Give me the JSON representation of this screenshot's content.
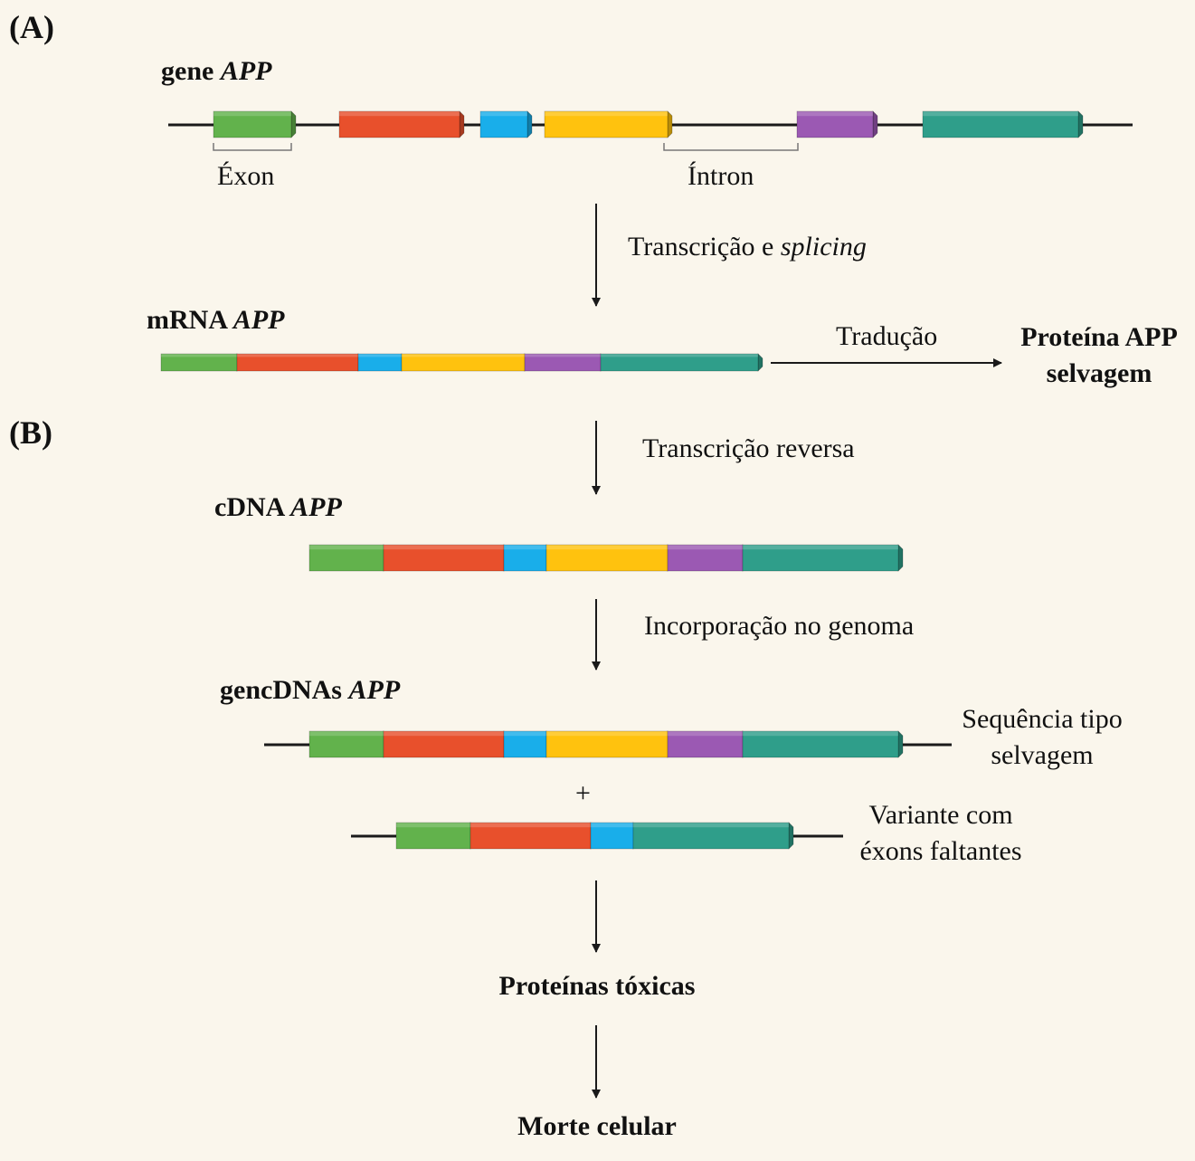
{
  "panels": {
    "a": "(A)",
    "b": "(B)"
  },
  "gene": {
    "title": "gene ",
    "title_italic": "APP",
    "exon_label": "Éxon",
    "intron_label": "Íntron"
  },
  "steps": {
    "transcription": "Transcrição e ",
    "transcription_italic": "splicing",
    "translation": "Tradução",
    "reverse_transcription": "Transcrição reversa",
    "incorporation": "Incorporação no genoma"
  },
  "mrna": {
    "title": "mRNA ",
    "title_italic": "APP"
  },
  "protein": {
    "line1": "Proteína APP",
    "line2": "selvagem"
  },
  "cdna": {
    "title": "cDNA ",
    "title_italic": "APP"
  },
  "gencdna": {
    "title": "gencDNAs ",
    "title_italic": "APP",
    "wildtype_line1": "Sequência tipo",
    "wildtype_line2": "selvagem",
    "plus": "+",
    "variant_line1": "Variante com",
    "variant_line2": "éxons faltantes"
  },
  "outcomes": {
    "toxic": "Proteínas tóxicas",
    "death": "Morte celular"
  },
  "colors": {
    "background": "#faf6ec",
    "exon_green": "#62b24c",
    "exon_red": "#e8502c",
    "exon_blue": "#19aeea",
    "exon_yellow": "#ffc20e",
    "exon_purple": "#9b59b3",
    "exon_teal": "#2f9e8a",
    "line": "#1a1a1a"
  }
}
